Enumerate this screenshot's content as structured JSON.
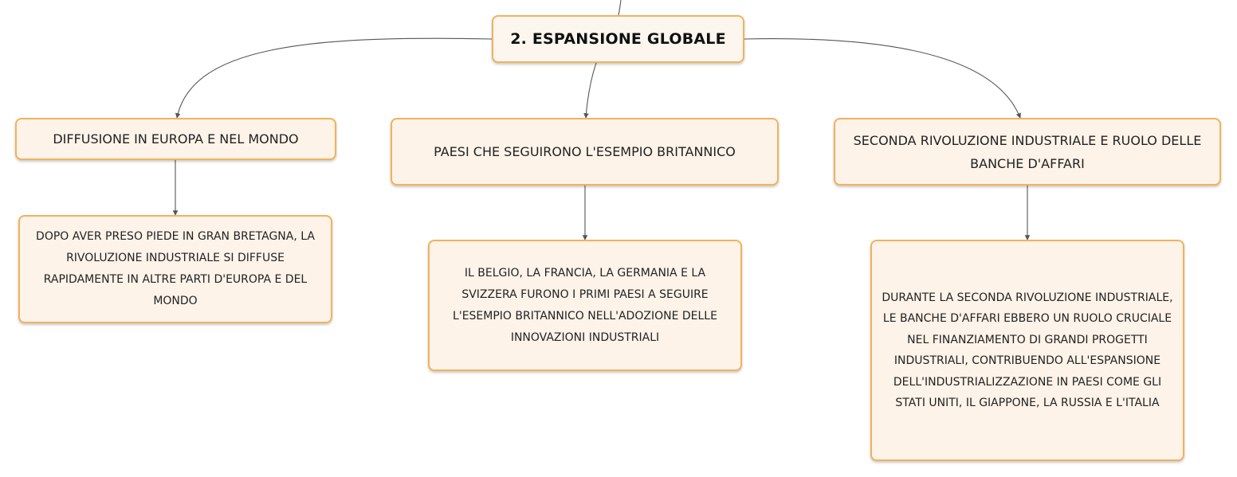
{
  "root": {
    "title": "2. ESPANSIONE GLOBALE"
  },
  "topics": [
    {
      "title": "DIFFUSIONE IN EUROPA E NEL MONDO",
      "detail": "DOPO AVER PRESO PIEDE IN GRAN BRETAGNA, LA RIVOLUZIONE INDUSTRIALE SI DIFFUSE RAPIDAMENTE IN ALTRE PARTI D'EUROPA E DEL MONDO"
    },
    {
      "title": "PAESI CHE SEGUIRONO L'ESEMPIO BRITANNICO",
      "detail": "IL BELGIO, LA FRANCIA, LA GERMANIA E LA SVIZZERA FURONO I PRIMI PAESI A SEGUIRE L'ESEMPIO BRITANNICO NELL'ADOZIONE DELLE INNOVAZIONI INDUSTRIALI"
    },
    {
      "title": "SECONDA RIVOLUZIONE INDUSTRIALE E RUOLO DELLE BANCHE D'AFFARI",
      "detail": "DURANTE LA SECONDA RIVOLUZIONE INDUSTRIALE, LE BANCHE D'AFFARI EBBERO UN RUOLO CRUCIALE NEL FINANZIAMENTO DI GRANDI PROGETTI INDUSTRIALI, CONTRIBUENDO ALL'ESPANSIONE DELL'INDUSTRIALIZZAZIONE IN PAESI COME GLI STATI UNITI, IL GIAPPONE, LA RUSSIA E L'ITALIA"
    }
  ],
  "colors": {
    "node_fill": "#fdf3e9",
    "node_border": "#f2b25c",
    "connector": "#555555"
  }
}
